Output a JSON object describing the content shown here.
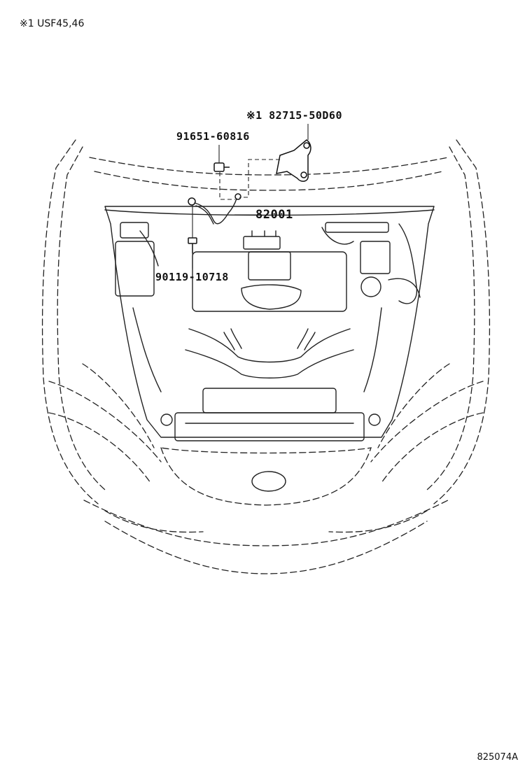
{
  "note": "※1 USF45,46",
  "figure_id": "825074A",
  "parts": [
    {
      "id": "p1",
      "text": "※1 82715-50D60"
    },
    {
      "id": "p2",
      "text": "91651-60816"
    },
    {
      "id": "p3",
      "text": "82001"
    },
    {
      "id": "p4",
      "text": "90119-10718"
    }
  ]
}
